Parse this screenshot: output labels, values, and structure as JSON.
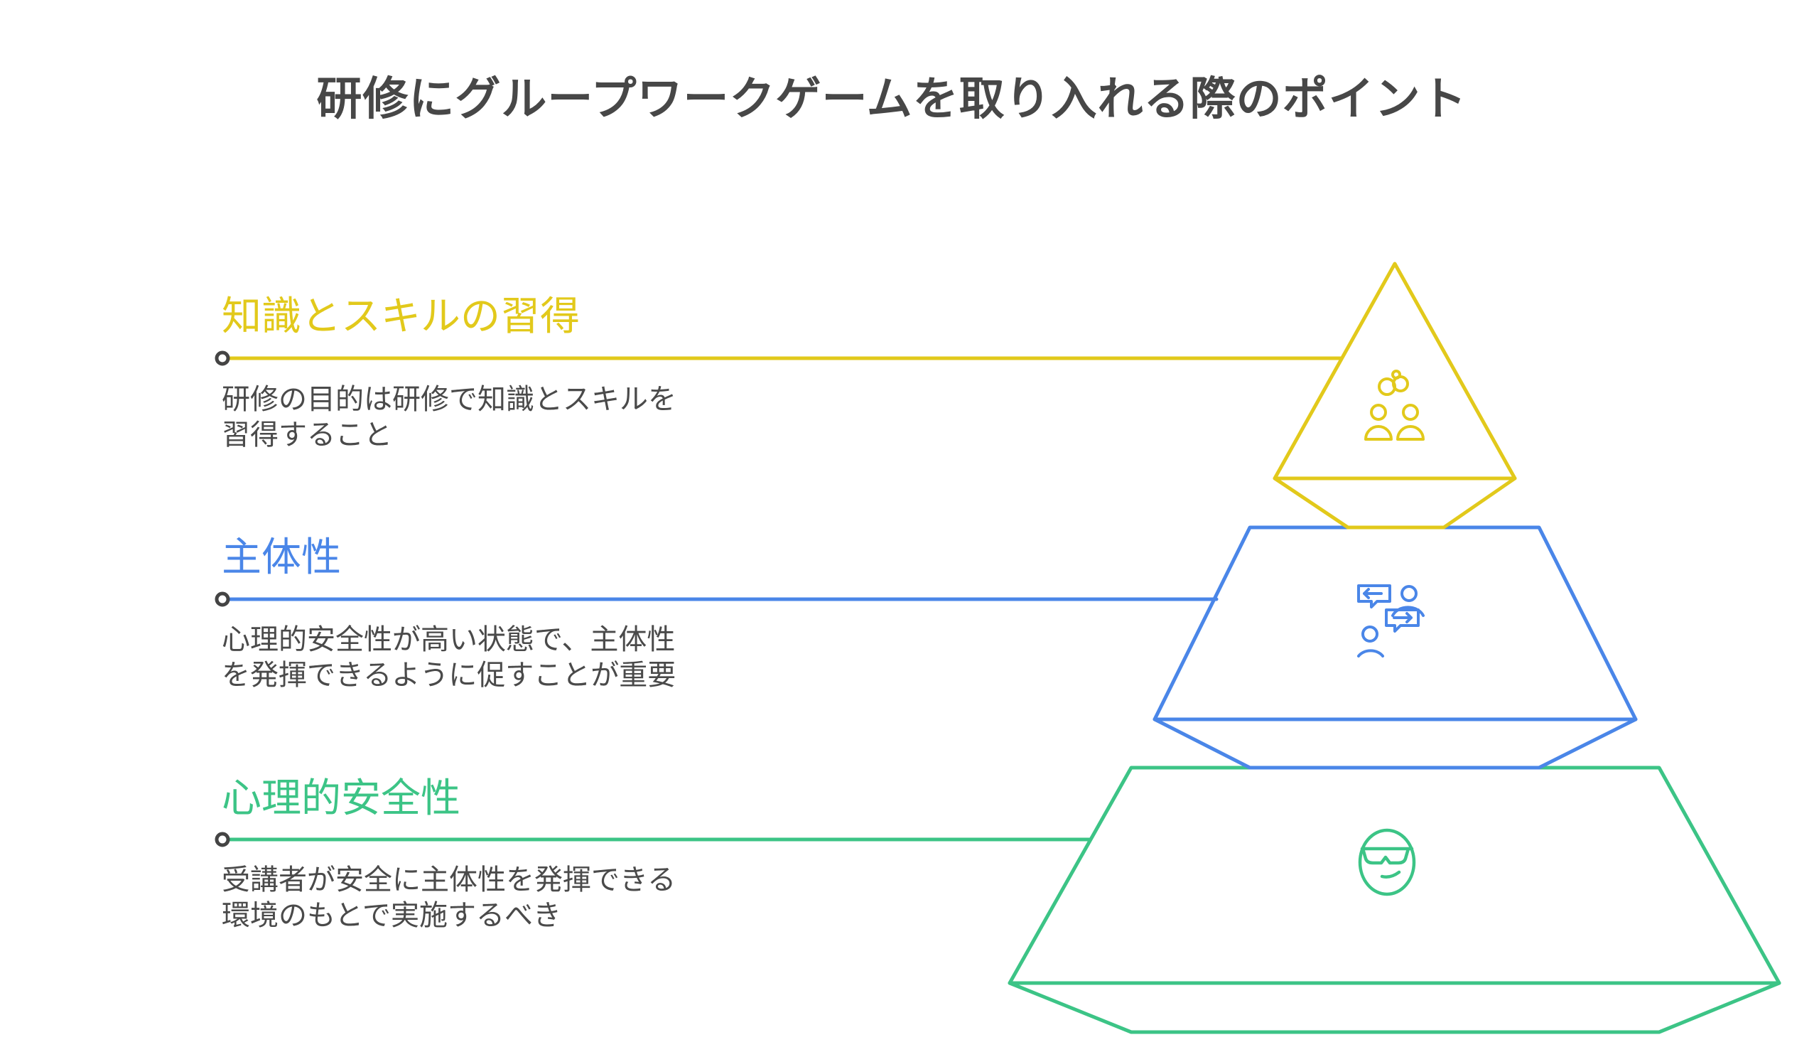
{
  "title": "研修にグループワークゲームを取り入れる際のポイント",
  "colors": {
    "level1": "#E2C91B",
    "level2": "#4A86E8",
    "level3": "#3CC486",
    "dot": "#444444"
  },
  "levels": [
    {
      "heading": "知識とスキルの習得",
      "description": [
        "研修の目的は研修で知識とスキルを",
        "習得すること"
      ],
      "icon": "team-learning-icon"
    },
    {
      "heading": "主体性",
      "description": [
        "心理的安全性が高い状態で、主体性",
        "を発揮できるように促すことが重要"
      ],
      "icon": "people-exchange-icon"
    },
    {
      "heading": "心理的安全性",
      "description": [
        "受講者が安全に主体性を発揮できる",
        "環境のもとで実施するべき"
      ],
      "icon": "cool-face-icon"
    }
  ]
}
